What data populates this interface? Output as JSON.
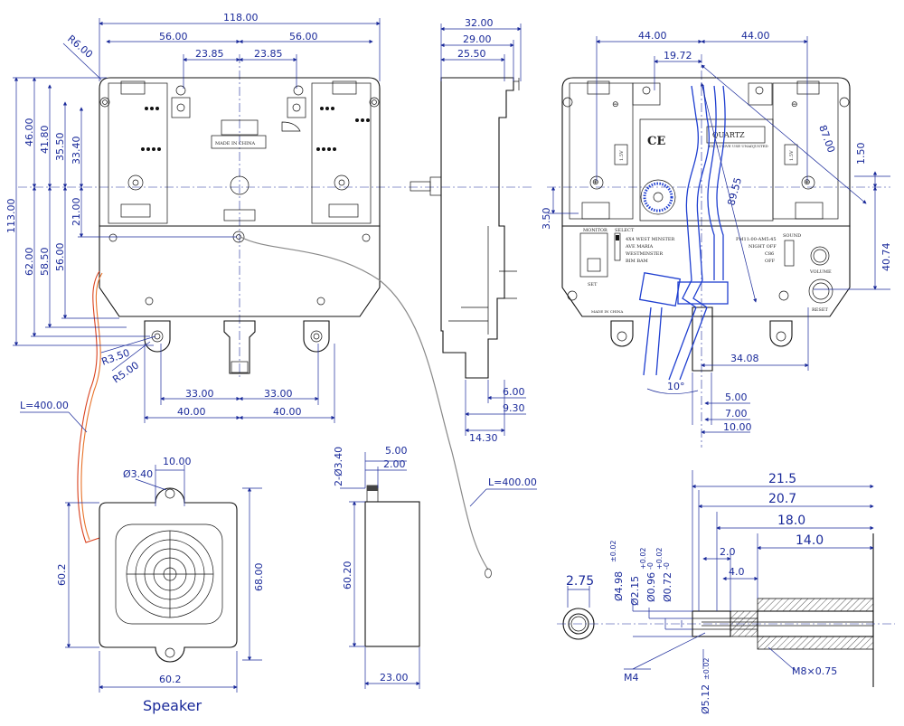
{
  "view_front": {
    "dims": [
      "118.00",
      "56.00",
      "23.85",
      "23.85",
      "56.00",
      "R6.00",
      "46.00",
      "41.80",
      "35.50",
      "33.40",
      "21.00",
      "113.00",
      "62.00",
      "58.50",
      "56.00",
      "R3.50",
      "R5.00",
      "33.00",
      "33.00",
      "40.00",
      "40.00"
    ],
    "marking": "MADE IN CHINA"
  },
  "view_side": {
    "dims": [
      "32.00",
      "29.00",
      "25.50",
      "6.00",
      "9.30",
      "14.30"
    ]
  },
  "view_back": {
    "dims": [
      "44.00",
      "44.00",
      "19.72",
      "87.00",
      "1.50",
      "89.55",
      "3.50",
      "40.74",
      "34.08",
      "10°",
      "5.00",
      "7.00",
      "10.00"
    ],
    "quartz": "QUARTZ",
    "quartz_sub": "EXCLUSIVE USE UNADJUSTED",
    "monitor": "MONITOR",
    "select": "SELECT",
    "melodies": [
      "4X4 WEST MINSTER",
      "AVE MARIA",
      "WESTMINSTER",
      "BIM BAM"
    ],
    "set": "SET",
    "pm": "PM11:00-AM5:45",
    "sound": "SOUND",
    "night": "NIGHT OFF",
    "c86": "C86",
    "off": "OFF",
    "volume": "VOLUME",
    "reset": "RESET",
    "ce": "CE",
    "batt": "1.5V",
    "made": "MADE IN CHINA"
  },
  "cable": {
    "l1": "L=400.00",
    "l2": "L=400.00"
  },
  "speaker_front": {
    "dims": [
      "Ø3.40",
      "10.00",
      "60.2",
      "68.00",
      "60.2"
    ]
  },
  "speaker_side": {
    "dims": [
      "2-Ø3.40",
      "5.00",
      "2.00",
      "60.20",
      "23.00"
    ]
  },
  "speaker_label": "Speaker",
  "shaft": {
    "dims": [
      "21.5",
      "20.7",
      "18.0",
      "14.0",
      "2.0",
      "4.0",
      "2.75",
      "Ø4.98",
      "±0.02",
      "Ø2.15",
      "Ø0.96",
      "+0.02",
      "-0",
      "Ø0.72",
      "+0.02",
      "-0",
      "M4",
      "Ø5.12",
      "±0.02",
      "M8×0.75"
    ]
  }
}
